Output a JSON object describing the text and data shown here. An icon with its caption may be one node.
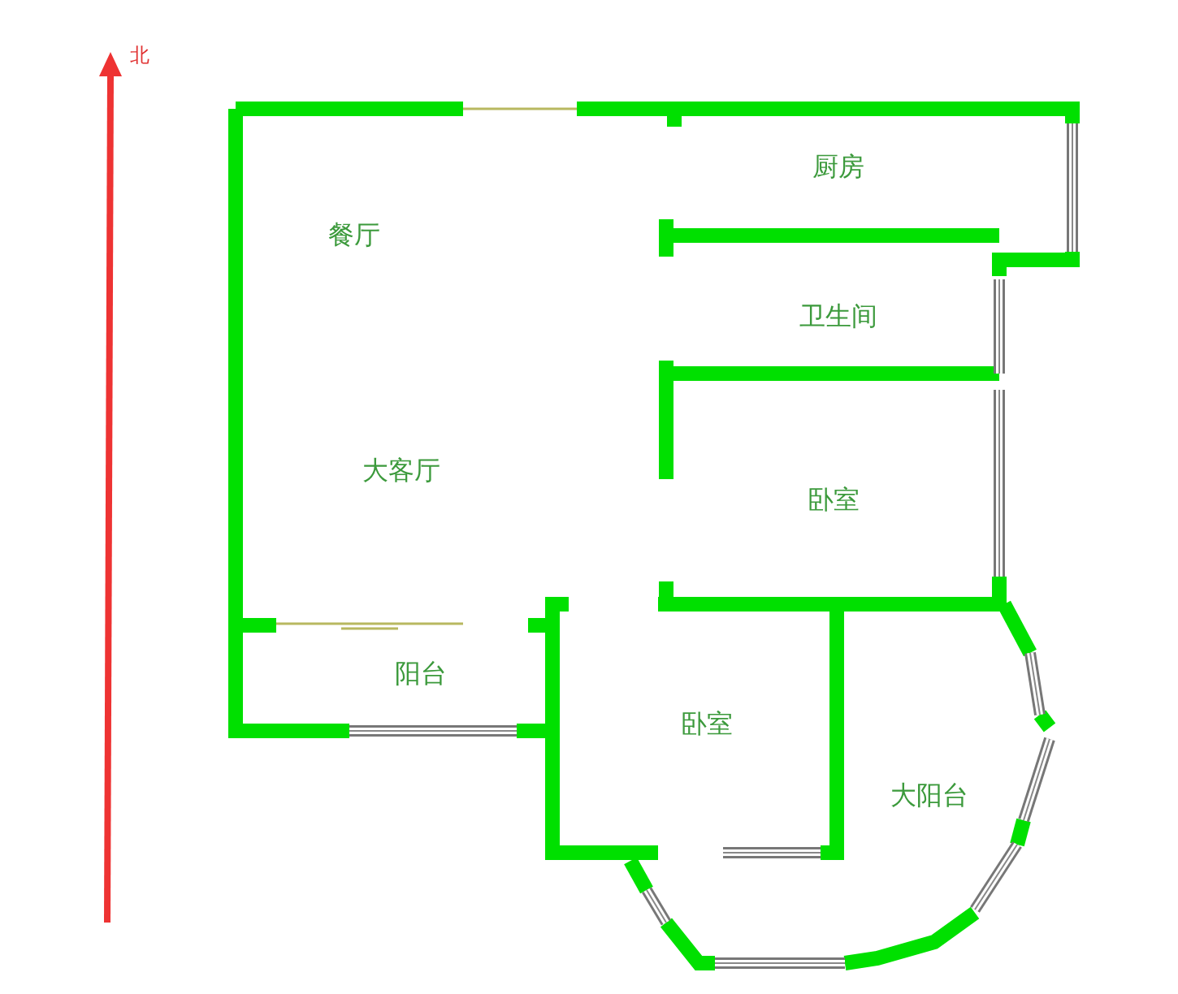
{
  "diagram": {
    "labels": [
      "北",
      "厨房",
      "餐厅",
      "卫生间",
      "大客厅",
      "卧室",
      "阳台",
      "卧室",
      "大阳台"
    ]
  }
}
